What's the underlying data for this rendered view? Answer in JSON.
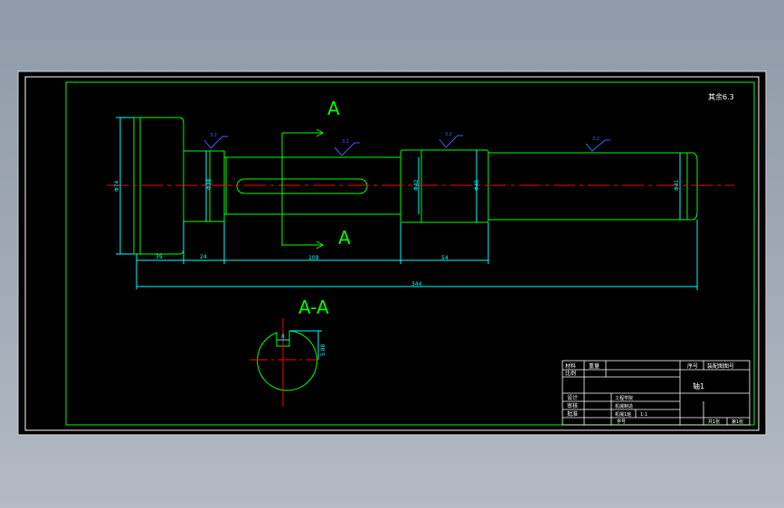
{
  "colors": {
    "background": "#8f9aa8",
    "paper": "#000000",
    "frame": "#ffffff",
    "outline": "#00ff00",
    "centerline": "#ff0000",
    "dimension": "#00ffff",
    "roughness": "#0000ff",
    "section_label": "#00ff00",
    "title_text": "#ffffff"
  },
  "drawing": {
    "surface_note": "其余6.3",
    "section_mark_top": "A",
    "section_mark_bottom": "A",
    "section_title": "A-A",
    "roughness_values": [
      "3.2",
      "3.2",
      "3.2",
      "3.2"
    ],
    "diameters": [
      "Φ74",
      "Φ38",
      "Φ42",
      "Φ45",
      "Φ41"
    ],
    "lengths": [
      "39",
      "24",
      "109",
      "54"
    ],
    "total_length": "344",
    "keyway_width": "8",
    "keyway_depth": "5.88"
  },
  "title_block": {
    "material": "材料",
    "mass": "重量",
    "scale_label": "比例",
    "seq": "序号",
    "drawing_no": "装配图图号",
    "part_name": "轴1",
    "design": "设计",
    "check": "审核",
    "approve": "批准",
    "school": "工程学院",
    "major": "机械制造",
    "class": "机械1班",
    "ratio": "1:1",
    "student_no": "学号",
    "sheet_total": "共1张",
    "sheet_no": "第1张"
  }
}
